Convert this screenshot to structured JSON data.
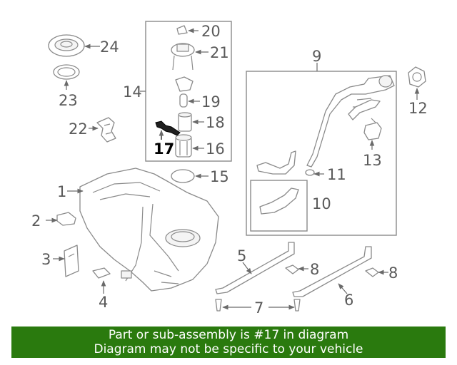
{
  "callouts": {
    "c1": "1",
    "c2": "2",
    "c3": "3",
    "c4": "4",
    "c5": "5",
    "c6": "6",
    "c7": "7",
    "c8a": "8",
    "c8b": "8",
    "c9": "9",
    "c10": "10",
    "c11": "11",
    "c12": "12",
    "c13": "13",
    "c14": "14",
    "c15": "15",
    "c16": "16",
    "c17": "17",
    "c18": "18",
    "c19": "19",
    "c20": "20",
    "c21": "21",
    "c22": "22",
    "c23": "23",
    "c24": "24"
  },
  "highlighted_part": "17",
  "banner": {
    "line1": "Part or sub-assembly is #17 in diagram",
    "line2": "Diagram may not be specific to your vehicle"
  },
  "colors": {
    "banner_bg": "#2a7a0e",
    "banner_text": "#ffffff",
    "line_art": "#8a8a8a"
  }
}
